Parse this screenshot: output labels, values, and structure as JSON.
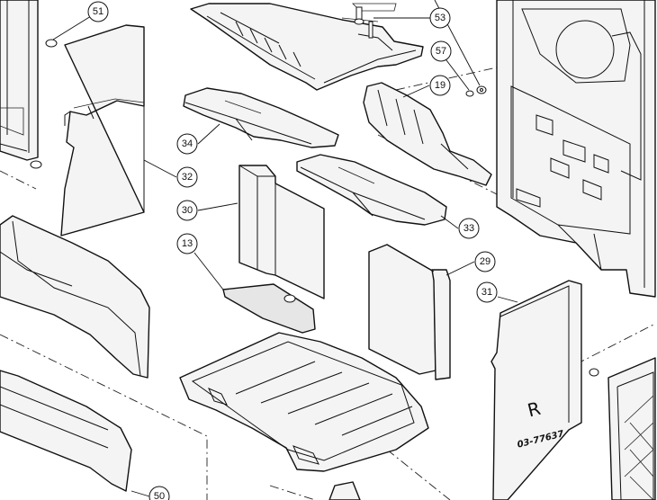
{
  "callouts": [
    {
      "id": "c51",
      "label": "51"
    },
    {
      "id": "c53",
      "label": "53"
    },
    {
      "id": "c57",
      "label": "57"
    },
    {
      "id": "c19",
      "label": "19"
    },
    {
      "id": "c34",
      "label": "34"
    },
    {
      "id": "c32",
      "label": "32"
    },
    {
      "id": "c30",
      "label": "30"
    },
    {
      "id": "c33",
      "label": "33"
    },
    {
      "id": "c13",
      "label": "13"
    },
    {
      "id": "c29",
      "label": "29"
    },
    {
      "id": "c31",
      "label": "31"
    },
    {
      "id": "c50",
      "label": "50"
    }
  ],
  "part_markings": {
    "side_liner_letter": "R",
    "side_liner_number": "03-77637"
  },
  "colors": {
    "line": "#111111",
    "fill": "#f4f4f4",
    "background": "#ffffff"
  }
}
